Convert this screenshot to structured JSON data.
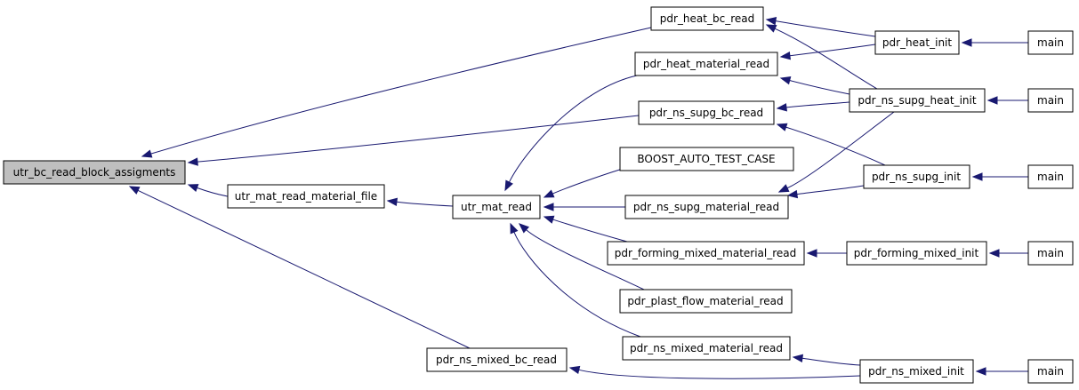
{
  "diagram": {
    "type": "call-graph",
    "colors": {
      "edge": "#191970",
      "root_fill": "#bfbfbf",
      "node_fill": "#ffffff",
      "node_border": "#000000"
    },
    "nodes": {
      "root": "utr_bc_read_block_assigments",
      "utr_mat_read_material_file": "utr_mat_read_material_file",
      "utr_mat_read": "utr_mat_read",
      "pdr_heat_bc_read": "pdr_heat_bc_read",
      "pdr_heat_material_read": "pdr_heat_material_read",
      "pdr_ns_supg_bc_read": "pdr_ns_supg_bc_read",
      "boost_auto_test_case": "BOOST_AUTO_TEST_CASE",
      "pdr_ns_supg_material_read": "pdr_ns_supg_material_read",
      "pdr_forming_mixed_material_read": "pdr_forming_mixed_material_read",
      "pdr_plast_flow_material_read": "pdr_plast_flow_material_read",
      "pdr_ns_mixed_material_read": "pdr_ns_mixed_material_read",
      "pdr_ns_mixed_bc_read": "pdr_ns_mixed_bc_read",
      "pdr_heat_init": "pdr_heat_init",
      "pdr_ns_supg_heat_init": "pdr_ns_supg_heat_init",
      "pdr_ns_supg_init": "pdr_ns_supg_init",
      "pdr_forming_mixed_init": "pdr_forming_mixed_init",
      "pdr_ns_mixed_init": "pdr_ns_mixed_init",
      "main_1": "main",
      "main_2": "main",
      "main_3": "main",
      "main_4": "main",
      "main_5": "main"
    },
    "edges": [
      {
        "from": "utr_mat_read_material_file",
        "to": "root"
      },
      {
        "from": "pdr_heat_bc_read",
        "to": "root"
      },
      {
        "from": "pdr_ns_supg_bc_read",
        "to": "root"
      },
      {
        "from": "pdr_ns_mixed_bc_read",
        "to": "root"
      },
      {
        "from": "utr_mat_read",
        "to": "utr_mat_read_material_file"
      },
      {
        "from": "pdr_heat_material_read",
        "to": "utr_mat_read"
      },
      {
        "from": "boost_auto_test_case",
        "to": "utr_mat_read"
      },
      {
        "from": "pdr_ns_supg_material_read",
        "to": "utr_mat_read"
      },
      {
        "from": "pdr_forming_mixed_material_read",
        "to": "utr_mat_read"
      },
      {
        "from": "pdr_plast_flow_material_read",
        "to": "utr_mat_read"
      },
      {
        "from": "pdr_ns_mixed_material_read",
        "to": "utr_mat_read"
      },
      {
        "from": "pdr_heat_init",
        "to": "pdr_heat_bc_read"
      },
      {
        "from": "pdr_ns_supg_heat_init",
        "to": "pdr_heat_bc_read"
      },
      {
        "from": "pdr_heat_init",
        "to": "pdr_heat_material_read"
      },
      {
        "from": "pdr_ns_supg_heat_init",
        "to": "pdr_heat_material_read"
      },
      {
        "from": "pdr_ns_supg_heat_init",
        "to": "pdr_ns_supg_bc_read"
      },
      {
        "from": "pdr_ns_supg_init",
        "to": "pdr_ns_supg_bc_read"
      },
      {
        "from": "pdr_ns_supg_heat_init",
        "to": "pdr_ns_supg_material_read"
      },
      {
        "from": "pdr_ns_supg_init",
        "to": "pdr_ns_supg_material_read"
      },
      {
        "from": "pdr_forming_mixed_init",
        "to": "pdr_forming_mixed_material_read"
      },
      {
        "from": "pdr_ns_mixed_init",
        "to": "pdr_ns_mixed_material_read"
      },
      {
        "from": "pdr_ns_mixed_init",
        "to": "pdr_ns_mixed_bc_read"
      },
      {
        "from": "main_1",
        "to": "pdr_heat_init"
      },
      {
        "from": "main_2",
        "to": "pdr_ns_supg_heat_init"
      },
      {
        "from": "main_3",
        "to": "pdr_ns_supg_init"
      },
      {
        "from": "main_4",
        "to": "pdr_forming_mixed_init"
      },
      {
        "from": "main_5",
        "to": "pdr_ns_mixed_init"
      }
    ]
  }
}
